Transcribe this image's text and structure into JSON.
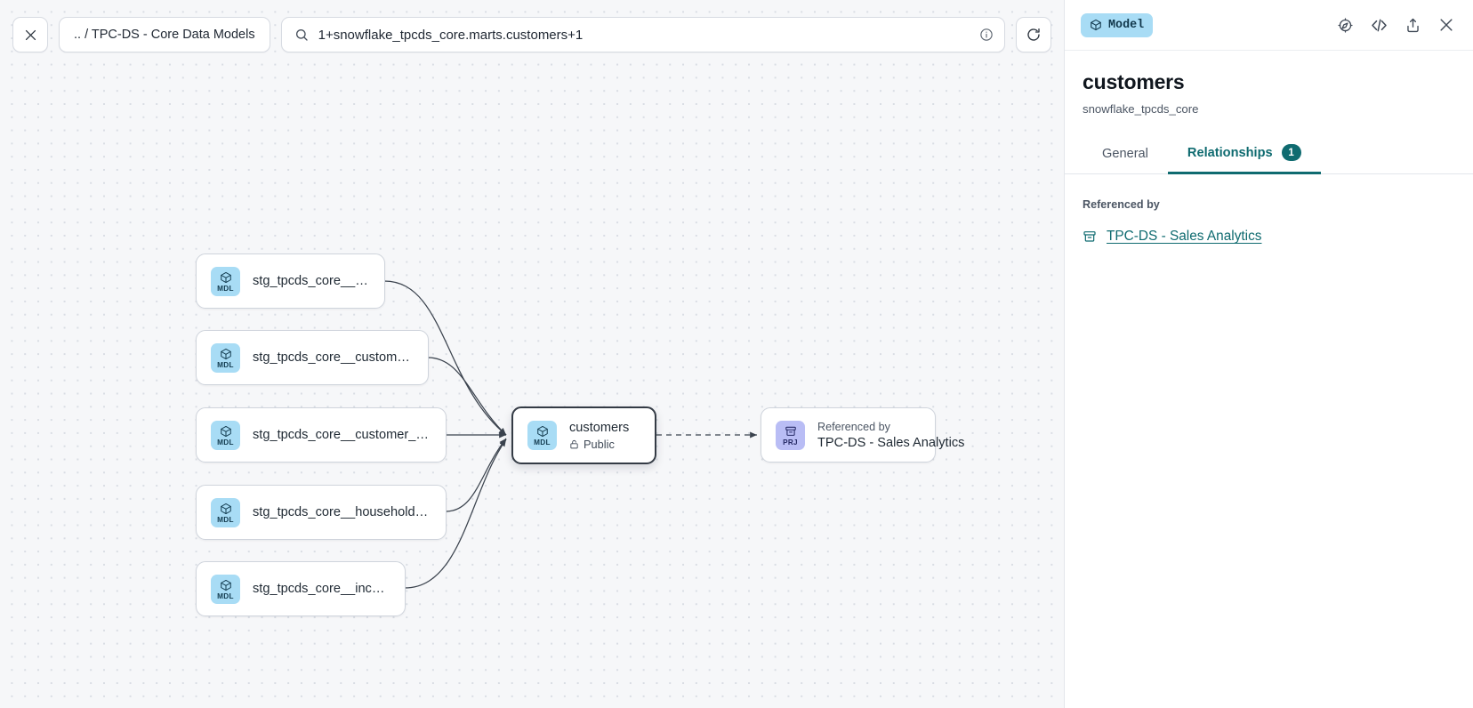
{
  "toolbar": {
    "close_label": "close-graph",
    "breadcrumb": ".. / TPC-DS - Core Data Models",
    "search_value": "1+snowflake_tpcds_core.marts.customers+1",
    "search_icon": "search-icon",
    "info_icon": "info-circle-icon",
    "refresh_icon": "refresh-icon"
  },
  "graph": {
    "upstream_nodes": [
      {
        "badge": "MDL",
        "label": "stg_tpcds_core__customer"
      },
      {
        "badge": "MDL",
        "label": "stg_tpcds_core__customer_address"
      },
      {
        "badge": "MDL",
        "label": "stg_tpcds_core__customer_demogra…"
      },
      {
        "badge": "MDL",
        "label": "stg_tpcds_core__household_demogr…"
      },
      {
        "badge": "MDL",
        "label": "stg_tpcds_core__income_band"
      }
    ],
    "focus_node": {
      "badge": "MDL",
      "title": "customers",
      "access": "Public",
      "access_icon": "lock-icon"
    },
    "downstream_node": {
      "badge": "PRJ",
      "kicker": "Referenced by",
      "title": "TPC-DS - Sales Analytics"
    }
  },
  "panel": {
    "type_chip": "Model",
    "type_chip_icon": "cube-icon",
    "actions": [
      {
        "name": "explore-icon"
      },
      {
        "name": "code-icon",
        "glyph": "</>"
      },
      {
        "name": "share-icon"
      },
      {
        "name": "close-icon"
      }
    ],
    "title": "customers",
    "subtitle": "snowflake_tpcds_core",
    "tabs": [
      {
        "label": "General",
        "active": false,
        "count": null
      },
      {
        "label": "Relationships",
        "active": true,
        "count": "1"
      }
    ],
    "section_label": "Referenced by",
    "references": [
      {
        "icon": "project-icon",
        "label": "TPC-DS - Sales Analytics"
      }
    ]
  },
  "colors": {
    "accent_teal": "#0f6b70",
    "badge_model": "#a8dcf5",
    "badge_project": "#b9bdf5",
    "canvas_bg": "#f6f7f9"
  }
}
